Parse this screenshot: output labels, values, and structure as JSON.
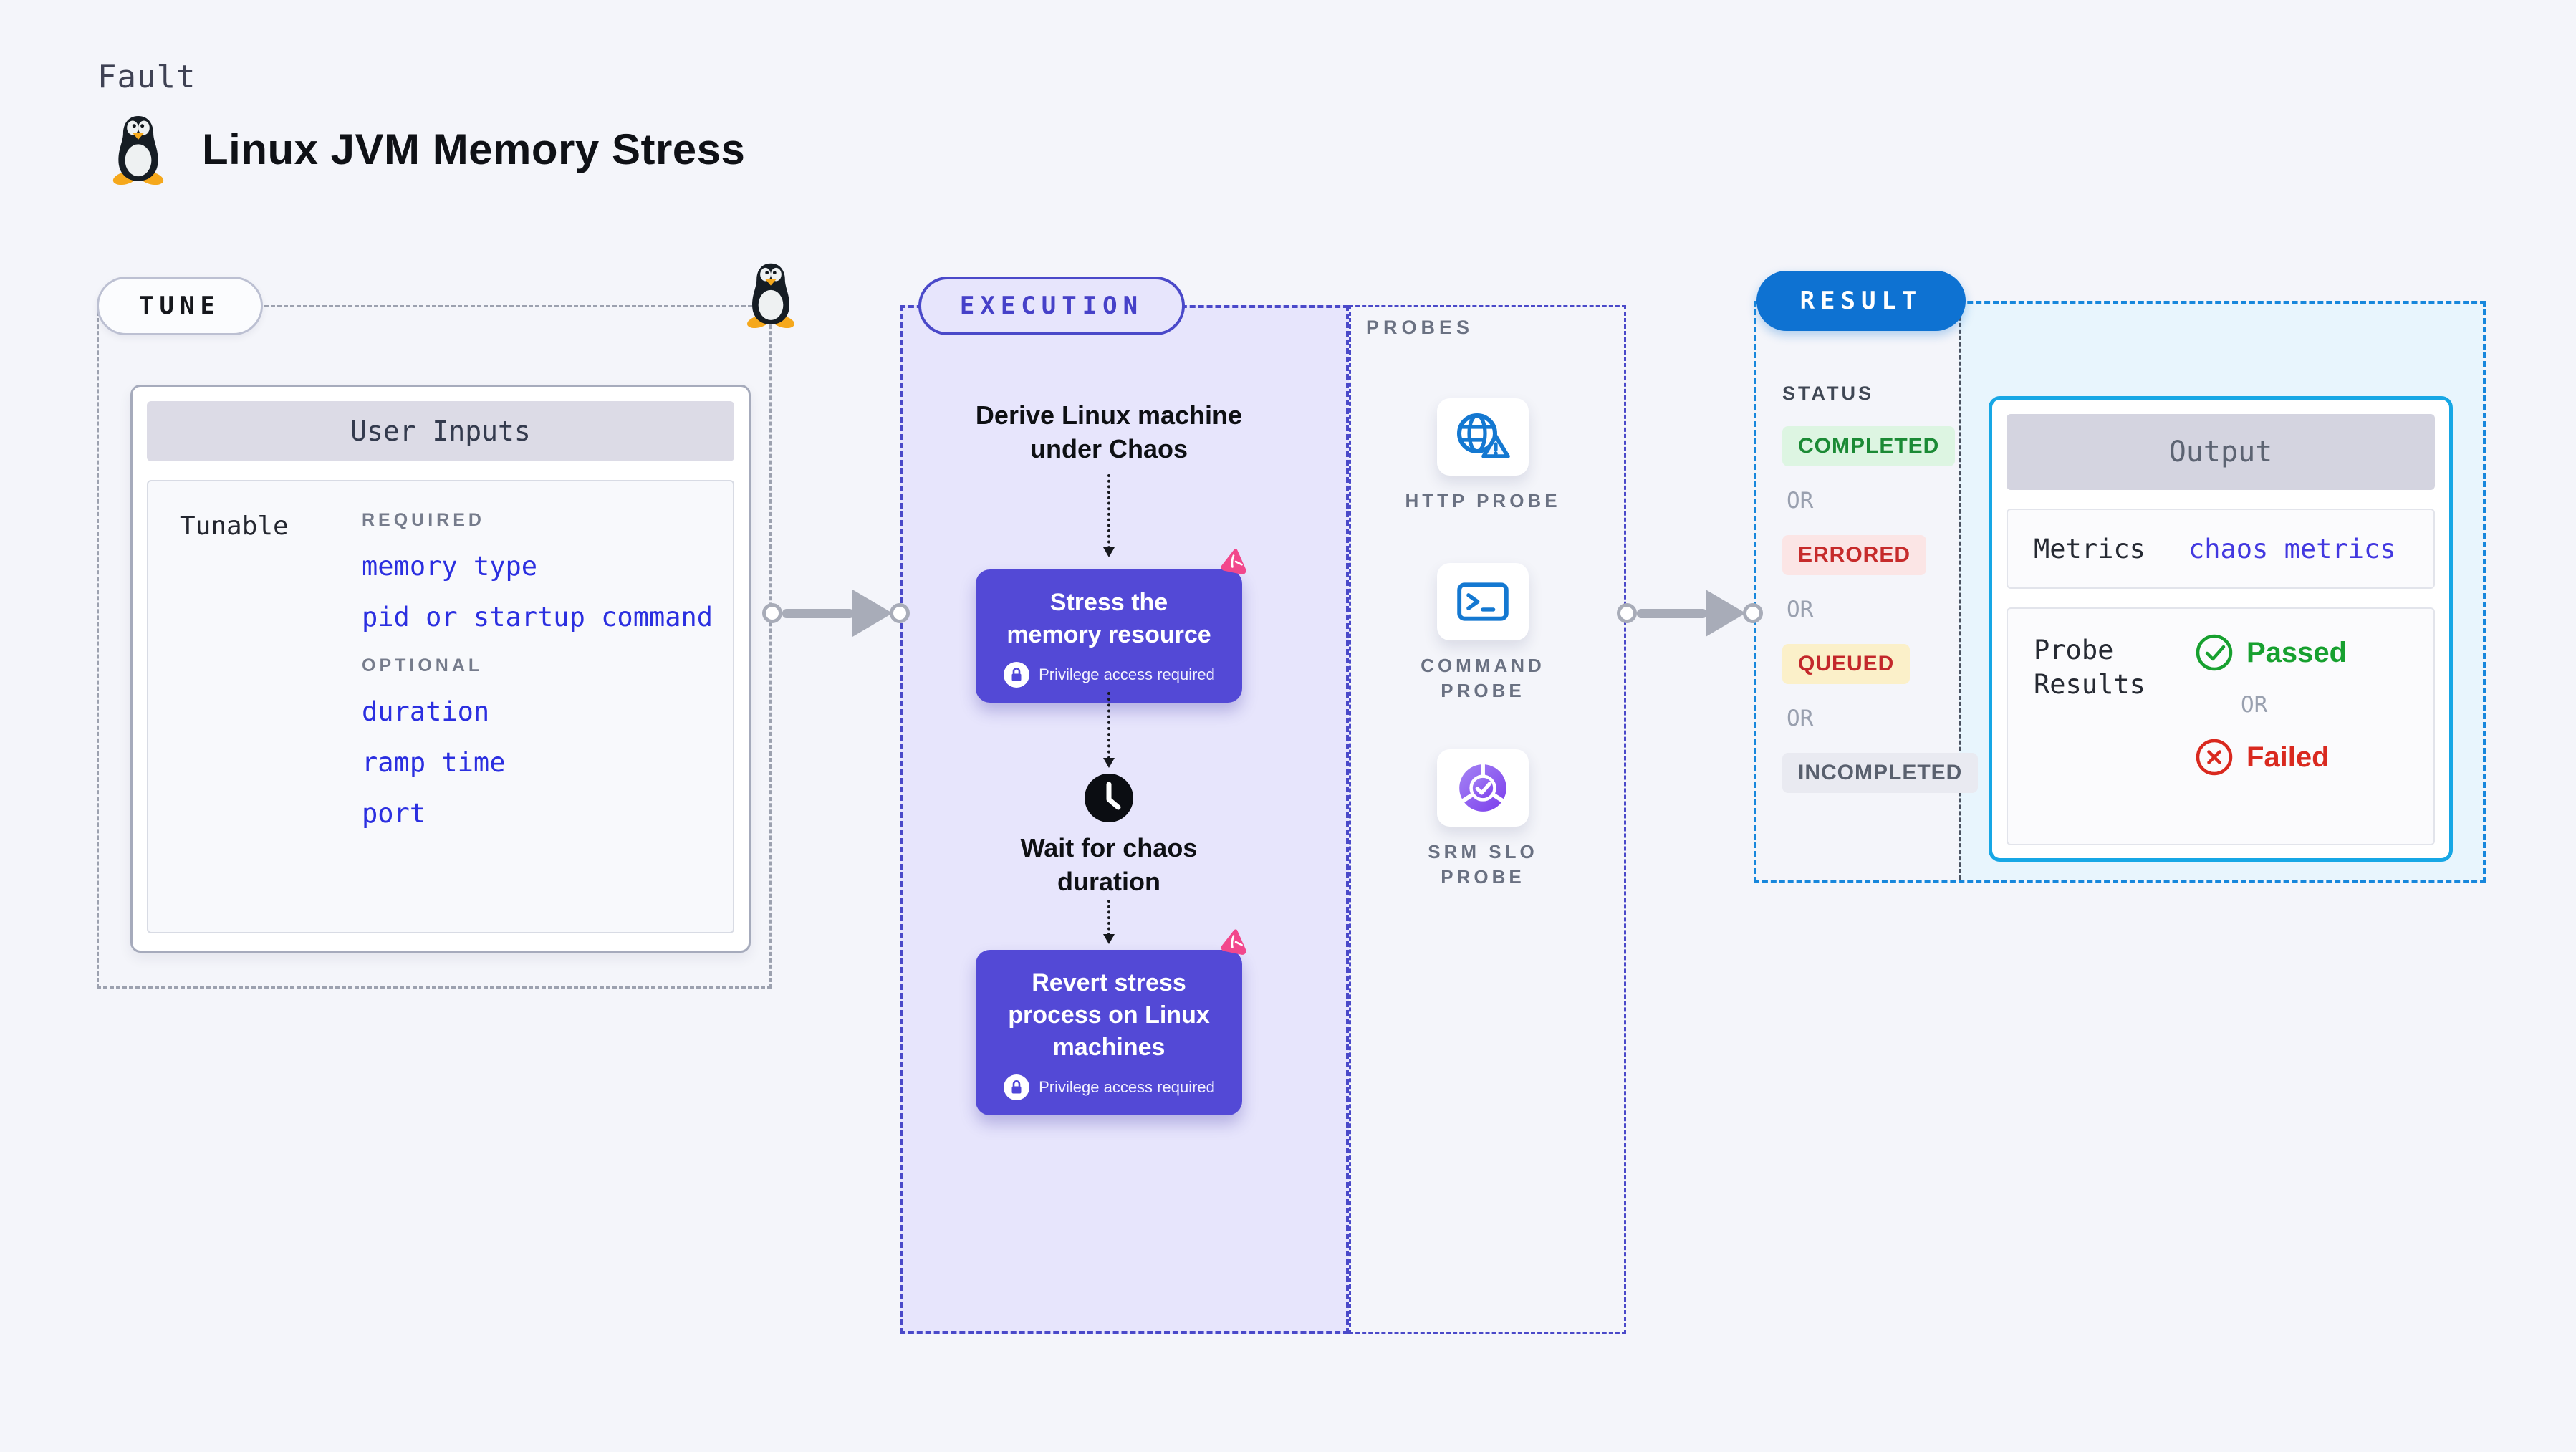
{
  "page": {
    "background": "#F4F5FA"
  },
  "header": {
    "kicker": "Fault",
    "title": "Linux JVM Memory Stress",
    "os_icon": "tux-penguin-icon"
  },
  "tune": {
    "badge_label": "TUNE",
    "user_inputs": {
      "title": "User Inputs",
      "row_label": "Tunable",
      "required_label": "REQUIRED",
      "required_items": [
        "memory type",
        "pid or startup command"
      ],
      "optional_label": "OPTIONAL",
      "optional_items": [
        "duration",
        "ramp time",
        "port"
      ]
    }
  },
  "execution": {
    "badge_label": "EXECUTION",
    "derive_step": "Derive Linux machine under Chaos",
    "stress_step": {
      "title": "Stress the memory resource",
      "note": "Privilege access required"
    },
    "wait_step": "Wait for chaos duration",
    "revert_step": {
      "title": "Revert stress process on Linux machines",
      "note": "Privilege access required"
    }
  },
  "probes": {
    "label": "PROBES",
    "items": [
      {
        "label": "HTTP PROBE",
        "icon": "globe-alert-icon"
      },
      {
        "label": "COMMAND PROBE",
        "icon": "terminal-icon"
      },
      {
        "label": "SRM SLO PROBE",
        "icon": "slo-donut-check-icon"
      }
    ]
  },
  "result": {
    "badge_label": "RESULT",
    "status_label": "STATUS",
    "or_label": "OR",
    "statuses": [
      {
        "label": "COMPLETED",
        "fg": "#1B8A35",
        "bg": "#DDF5E2"
      },
      {
        "label": "ERRORED",
        "fg": "#C62B2B",
        "bg": "#FBE5E5"
      },
      {
        "label": "QUEUED",
        "fg": "#C3282B",
        "bg": "#FBF0C9"
      },
      {
        "label": "INCOMPLETED",
        "fg": "#59606E",
        "bg": "#E9EAF1"
      }
    ],
    "output": {
      "title": "Output",
      "metrics_label": "Metrics",
      "metrics_value": "chaos metrics",
      "probe_results_label": "Probe Results",
      "passed_label": "Passed",
      "or_label": "OR",
      "failed_label": "Failed"
    }
  },
  "colors": {
    "indigo_border": "#4A49C9",
    "execution_bg": "#E7E5FC",
    "step_button_bg": "#5349D6",
    "tune_dash": "#9CA1AF",
    "result_border": "#1787DC",
    "result_badge_bg": "#0E72D2",
    "output_area_bg": "#E8F5FD",
    "output_card_border": "#17A7E5",
    "link_blue": "#2B2FE0",
    "metrics_value_color": "#4238E0",
    "passed_green": "#17A02F",
    "failed_red": "#D9291F",
    "arrow_gray": "#A8ACB8",
    "chaos_pink": "#F2478C"
  }
}
